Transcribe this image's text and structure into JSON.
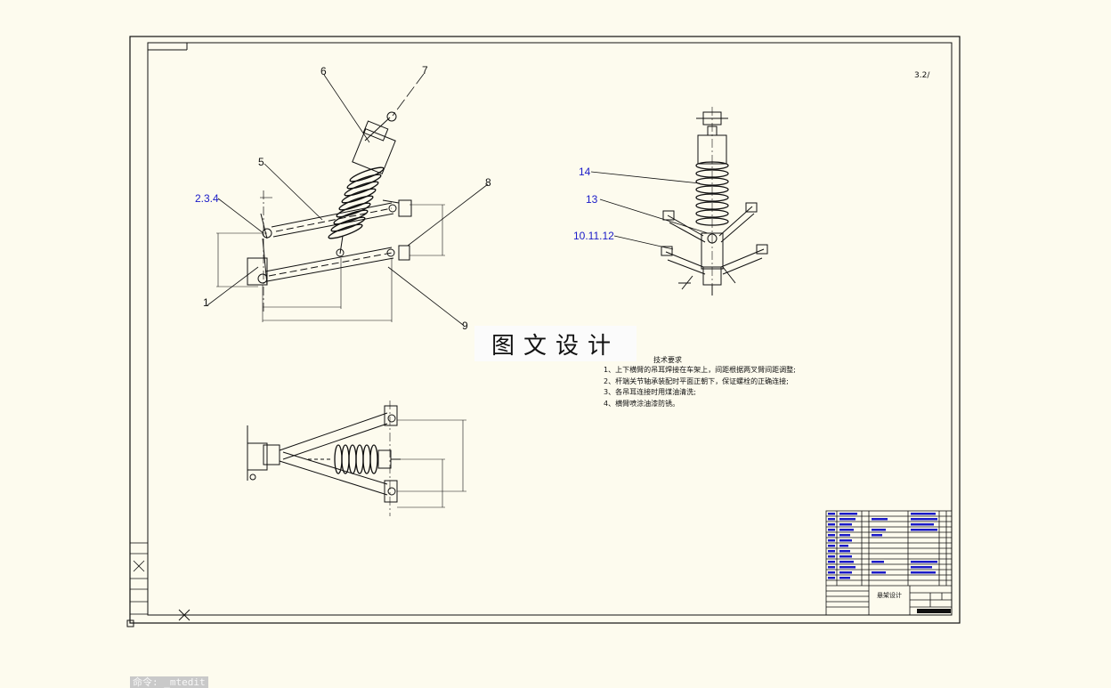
{
  "labels": {
    "p6": "6",
    "p7": "7",
    "p5": "5",
    "p8": "8",
    "p234": "2.3.4",
    "p1": "1",
    "p9": "9",
    "p14": "14",
    "p13": "13",
    "p101112": "10.11.12"
  },
  "watermark": "图文设计",
  "tech_requirements": {
    "title": "技术要求",
    "items": [
      "1、上下横臂的吊耳焊接在车架上，间距根据两叉臂间距调整;",
      "2、杆端关节轴承装配时平面正朝下，保证螺栓的正确连接;",
      "3、各吊耳连接时用煤油清洗;",
      "4、横臂喷涂油漆防锈。"
    ]
  },
  "title_block": {
    "name": "悬架设计"
  },
  "roughness_mark": "3.2/",
  "command_line": "命令: _mtedit"
}
